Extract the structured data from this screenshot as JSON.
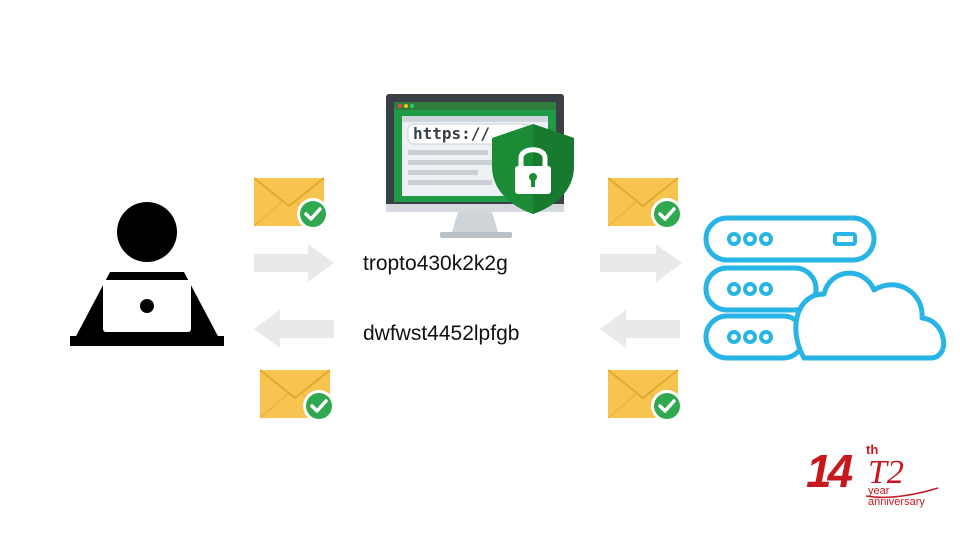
{
  "browser": {
    "url_text": "https://"
  },
  "messages": {
    "encrypted_outgoing": "tropto430k2k2g",
    "encrypted_incoming": "dwfwst4452lpfgb"
  },
  "logo": {
    "number": "14",
    "suffix": "th",
    "mark": "T2",
    "line1": "year",
    "line2": "anniversary"
  },
  "colors": {
    "envelope": "#f6c44f",
    "check_green": "#2fa84f",
    "shield_green": "#1f8f3a",
    "server_blue": "#29b4e6",
    "arrow_gray": "#e9e9e9",
    "logo_red": "#c8181e"
  },
  "icons": [
    "user-laptop-icon",
    "monitor-https-icon",
    "shield-lock-icon",
    "envelope-check-icon",
    "arrow-right-icon",
    "arrow-left-icon",
    "server-cloud-icon"
  ]
}
